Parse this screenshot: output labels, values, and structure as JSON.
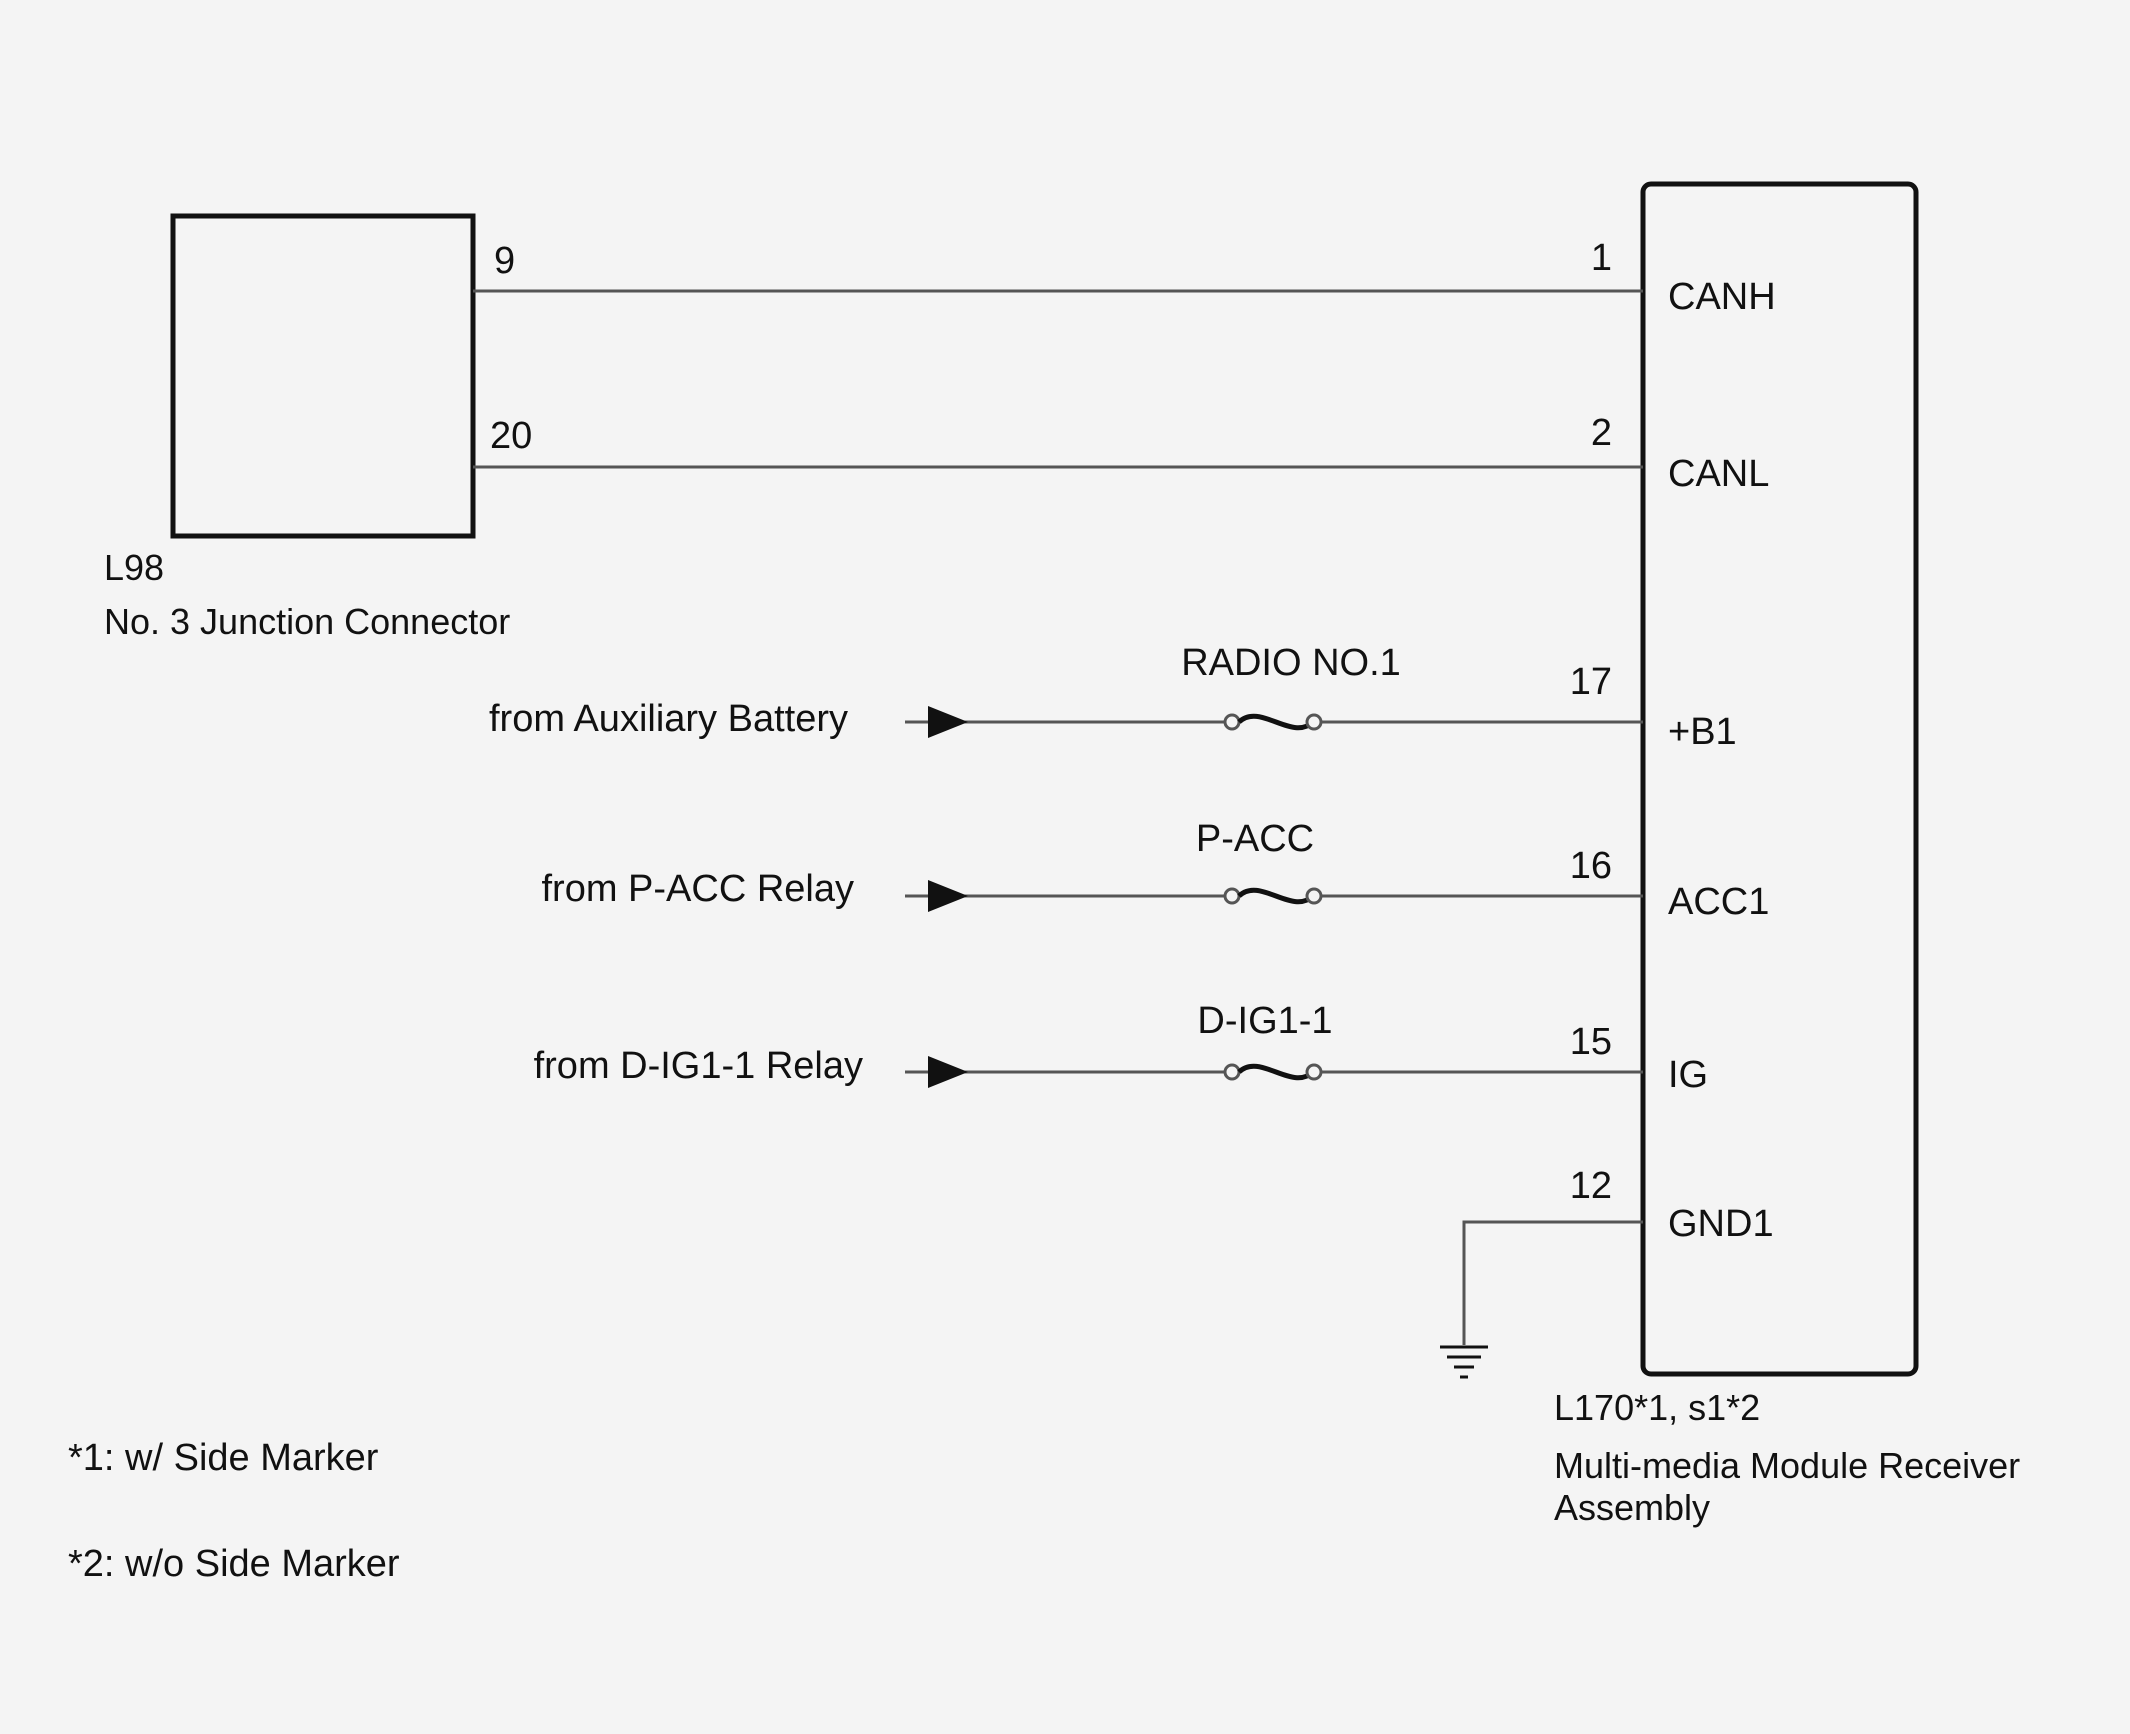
{
  "junction": {
    "id": "L98",
    "name": "No. 3 Junction Connector",
    "pins": {
      "canh": "9",
      "canl": "20"
    }
  },
  "receiver": {
    "id": "L170*1, s1*2",
    "name_line1": "Multi-media Module Receiver",
    "name_line2": "Assembly",
    "pins": [
      {
        "num": "1",
        "name": "CANH"
      },
      {
        "num": "2",
        "name": "CANL"
      },
      {
        "num": "17",
        "name": "+B1"
      },
      {
        "num": "16",
        "name": "ACC1"
      },
      {
        "num": "15",
        "name": "IG"
      },
      {
        "num": "12",
        "name": "GND1"
      }
    ]
  },
  "sources": [
    {
      "label": "from Auxiliary Battery",
      "fuse": "RADIO NO.1"
    },
    {
      "label": "from P-ACC Relay",
      "fuse": "P-ACC"
    },
    {
      "label": "from D-IG1-1 Relay",
      "fuse": "D-IG1-1"
    }
  ],
  "notes": [
    "*1: w/ Side Marker",
    "*2: w/o Side Marker"
  ],
  "colors": {
    "wire": "#555555",
    "outline": "#111111",
    "background": "#f4f4f4"
  }
}
